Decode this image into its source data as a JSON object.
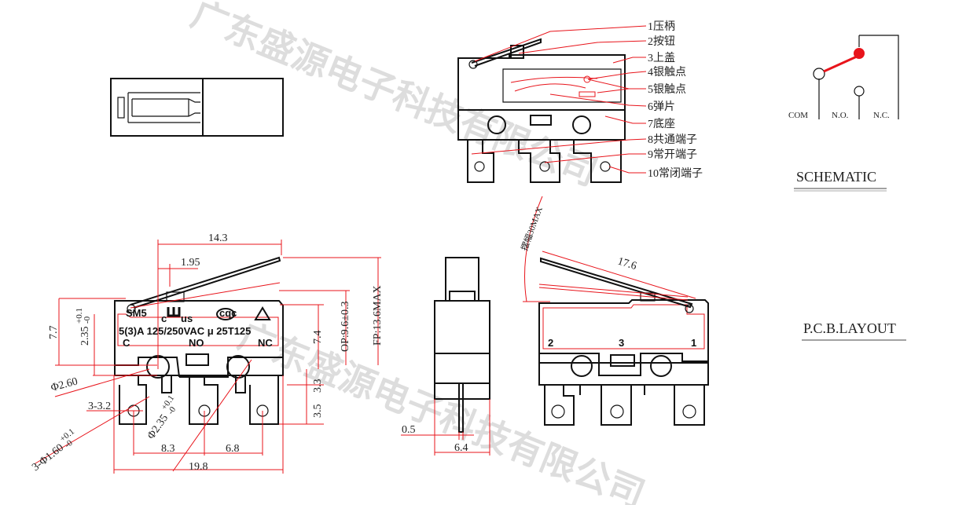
{
  "watermark": "广东盛源电子科技有限公司",
  "colors": {
    "dimension": "#e8141b",
    "outline": "#111111"
  },
  "callouts": [
    {
      "label": "1压柄"
    },
    {
      "label": "2按钮"
    },
    {
      "label": "3上盖"
    },
    {
      "label": "4银触点"
    },
    {
      "label": "5银触点"
    },
    {
      "label": "6弹片"
    },
    {
      "label": "7底座"
    },
    {
      "label": "8共通端子"
    },
    {
      "label": "9常开端子"
    },
    {
      "label": "10常闭端子"
    }
  ],
  "schematic": {
    "title": "SCHEMATIC",
    "com": "COM",
    "no": "N.O.",
    "nc": "N.C."
  },
  "pcb_layout": {
    "title": "P.C.B.LAYOUT"
  },
  "front_view": {
    "marking_line1": "SM5",
    "cert_ul": "c",
    "cert_us": "us",
    "cert_cqc": "cqc",
    "marking_line2": "5(3)A 125/250VAC μ 25T125",
    "pin_c": "C",
    "pin_no": "NO",
    "pin_nc": "NC",
    "dims": {
      "d14_3": "14.3",
      "d1_95": "1.95",
      "d7_7": "7.7",
      "d2_35": "2.35",
      "tol_plus": "+0.1",
      "tol_minus": "-0",
      "d7_4": "7.4",
      "op": "OP:9.6±0.3",
      "fp": "FP:13.6MAX",
      "d3_3": "3.3",
      "d3_5": "3.5",
      "phi2_60": "Φ2.60",
      "d3_3_2": "3-3.2",
      "phi2_35": "Φ2.35",
      "phi1_60": "3-Φ1.60",
      "d8_3": "8.3",
      "d6_8": "6.8",
      "d19_8": "19.8"
    }
  },
  "side_view": {
    "d0_5": "0.5",
    "d6_4": "6.4"
  },
  "back_view": {
    "swing": "摆幅30MAX",
    "d17_6": "17.6",
    "pin2": "2",
    "pin3": "3",
    "pin1": "1"
  }
}
